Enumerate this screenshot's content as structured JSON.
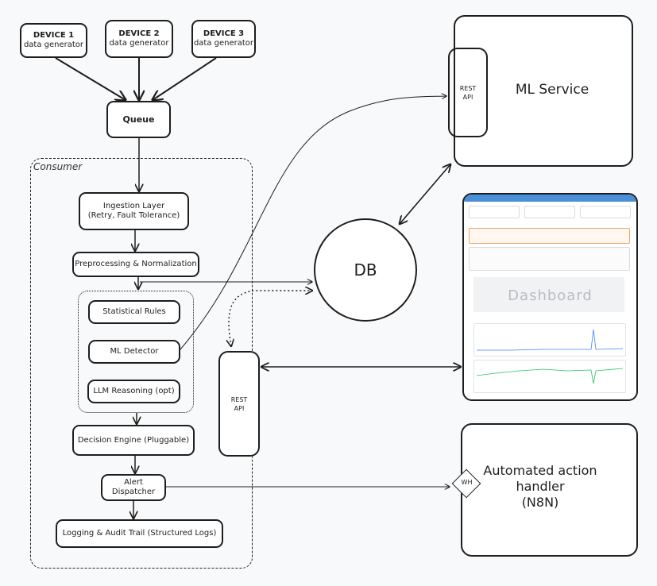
{
  "devices": [
    {
      "name": "DEVICE 1",
      "sub": "data generator"
    },
    {
      "name": "DEVICE 2",
      "sub": "data generator"
    },
    {
      "name": "DEVICE 3",
      "sub": "data generator"
    }
  ],
  "queue": "Queue",
  "consumer": {
    "label": "Consumer",
    "ingestion": {
      "line1": "Ingestion Layer",
      "line2": "(Retry, Fault Tolerance)"
    },
    "preprocessing": "Preprocessing & Normalization",
    "statistical": "Statistical Rules",
    "ml_detector": "ML Detector",
    "llm": "LLM Reasoning (opt)",
    "decision": "Decision Engine (Pluggable)",
    "alert": {
      "line1": "Alert",
      "line2": "Dispatcher"
    },
    "logging": "Logging & Audit Trail (Structured Logs)"
  },
  "db": "DB",
  "ml_service": {
    "title": "ML Service",
    "rest": {
      "line1": "REST",
      "line2": "API"
    }
  },
  "rest_api": {
    "line1": "REST",
    "line2": "API"
  },
  "dashboard": {
    "label": "Dashboard"
  },
  "automated": {
    "line1": "Automated action",
    "line2": "handler",
    "line3": "(N8N)",
    "wh": "WH"
  },
  "colors": {
    "stroke": "#1e1e1e",
    "dashboard_header": "#4a90d9",
    "chart_line": "#3b82f6",
    "green": "#22c55e"
  }
}
